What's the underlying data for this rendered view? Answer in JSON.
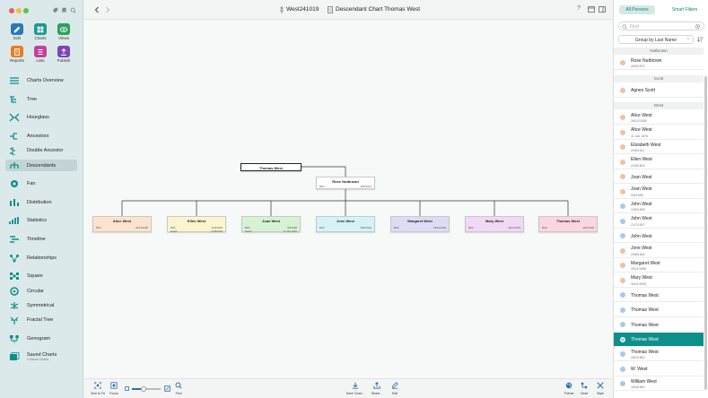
{
  "toolbar": {
    "title": "West241019",
    "chart_title": "Descendant Chart Thomas West"
  },
  "sidebar": {
    "tiles": [
      {
        "label": "Edit",
        "color": "#2a7ab8"
      },
      {
        "label": "Charts",
        "color": "#1b9a93"
      },
      {
        "label": "Views",
        "color": "#29a35a"
      },
      {
        "label": "Reports",
        "color": "#e67e22"
      },
      {
        "label": "Lists",
        "color": "#c0429a"
      },
      {
        "label": "Publish",
        "color": "#7b45b5"
      }
    ],
    "items": [
      {
        "label": "Charts Overview"
      },
      {
        "label": "Tree"
      },
      {
        "label": "Hourglass"
      },
      {
        "label": "Ancestors"
      },
      {
        "label": "Double Ancestor"
      },
      {
        "label": "Descendants"
      },
      {
        "label": "Fan"
      },
      {
        "label": "Distribution"
      },
      {
        "label": "Statistics"
      },
      {
        "label": "Timeline"
      },
      {
        "label": "Relationships"
      },
      {
        "label": "Square"
      },
      {
        "label": "Circular"
      },
      {
        "label": "Symmetrical"
      },
      {
        "label": "Fractal Tree"
      },
      {
        "label": "Genogram"
      },
      {
        "label": "Saved Charts",
        "sub": "0 Saved Charts"
      }
    ]
  },
  "chart": {
    "root": {
      "name": "Thomas West"
    },
    "spouse": {
      "name": "Rose Nutbrown",
      "birth_label": "Birth",
      "birth": "26/5/1570"
    },
    "children": [
      {
        "name": "Alice West",
        "color": "#fde3cc",
        "rows": [
          [
            "Birth",
            "26/12/1595"
          ]
        ]
      },
      {
        "name": "Ellen West",
        "color": "#fbf5cf",
        "rows": [
          [
            "Birth",
            "21/8/1603"
          ],
          [
            "Death",
            "27/8/1603"
          ]
        ]
      },
      {
        "name": "Joan West",
        "color": "#d5f3d2",
        "rows": [
          [
            "Birth",
            "9/8/1596"
          ],
          [
            "Death",
            "11 Jan 1676"
          ]
        ]
      },
      {
        "name": "Jone West",
        "color": "#d3f3f6",
        "rows": [
          [
            "Birth",
            "29/8/1604"
          ]
        ]
      },
      {
        "name": "Margaret West",
        "color": "#dcdcf5",
        "rows": [
          [
            "Birth",
            "25/11/1589"
          ]
        ]
      },
      {
        "name": "Mary West",
        "color": "#f1d8f5",
        "rows": [
          [
            "Birth",
            "30/11/1593"
          ]
        ]
      },
      {
        "name": "Thomas West",
        "color": "#fbd6de",
        "rows": [
          [
            "Birth",
            "28/2/1602"
          ]
        ]
      }
    ]
  },
  "bottom": {
    "size_to_fit": "Size to Fit",
    "focus": "Focus",
    "find": "Find",
    "save_chart": "Save Chart...",
    "share": "Share...",
    "edit": "Edit",
    "theme": "Theme",
    "chart": "Chart",
    "style": "Style"
  },
  "panel": {
    "tab_all": "All Persons",
    "tab_smart": "Smart Filters",
    "find_placeholder": "Find",
    "group_by": "Group by Last Name",
    "groups": [
      {
        "name": "Nutbrown",
        "persons": [
          {
            "name": "Rose Nutbrown",
            "date": "26/5/1570",
            "sex": "f"
          }
        ]
      },
      {
        "name": "Scott",
        "persons": [
          {
            "name": "Agnes Scott",
            "date": "",
            "sex": "f"
          }
        ]
      },
      {
        "name": "West",
        "persons": [
          {
            "name": "Alice West",
            "date": "26/12/1595",
            "sex": "f"
          },
          {
            "name": "Alice West",
            "date": "11 Jan 1676",
            "sex": "f"
          },
          {
            "name": "Elizabeth West",
            "date": "29/8/1611",
            "sex": "f"
          },
          {
            "name": "Ellen West",
            "date": "21/8/1603",
            "sex": "f"
          },
          {
            "name": "Joan West",
            "date": "",
            "sex": "f"
          },
          {
            "name": "Joan West",
            "date": "9/8/1596",
            "sex": "f"
          },
          {
            "name": "John West",
            "date": "13/6/1595",
            "sex": "m"
          },
          {
            "name": "John West",
            "date": "21/7/1597",
            "sex": "m"
          },
          {
            "name": "John West",
            "date": "",
            "sex": "m"
          },
          {
            "name": "Jone West",
            "date": "29/8/1604",
            "sex": "f"
          },
          {
            "name": "Margaret West",
            "date": "25/11/1589",
            "sex": "f"
          },
          {
            "name": "Mary West",
            "date": "30/11/1593",
            "sex": "f"
          },
          {
            "name": "Thomas West",
            "date": "",
            "sex": "m"
          },
          {
            "name": "Thomas West",
            "date": "",
            "sex": "m"
          },
          {
            "name": "Thomas West",
            "date": "",
            "sex": "m"
          },
          {
            "name": "Thomas West",
            "date": "",
            "sex": "m",
            "selected": true
          },
          {
            "name": "Thomas West",
            "date": "28/2/1602",
            "sex": "m"
          },
          {
            "name": "W. West",
            "date": "",
            "sex": "m"
          },
          {
            "name": "William West",
            "date": "18/4/1562",
            "sex": "m"
          }
        ]
      }
    ]
  },
  "colors": {
    "accent": "#0e8f8b",
    "female": "#f4bfa1",
    "male": "#a9c8ec"
  }
}
